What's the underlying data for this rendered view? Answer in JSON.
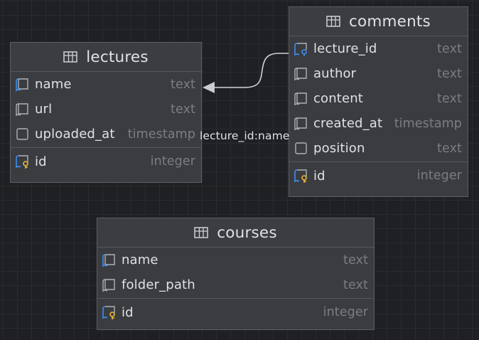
{
  "diagram": {
    "tables": {
      "lectures": {
        "title": "lectures",
        "icon": "table-icon",
        "columns": [
          {
            "name": "name",
            "type": "text",
            "icon": "foreign-key-column-icon"
          },
          {
            "name": "url",
            "type": "text",
            "icon": "column-icon"
          },
          {
            "name": "uploaded_at",
            "type": "timestamp",
            "icon": "plain-column-icon"
          }
        ],
        "primary_key": {
          "name": "id",
          "type": "integer",
          "icon": "primary-key-icon"
        }
      },
      "comments": {
        "title": "comments",
        "icon": "table-icon",
        "columns": [
          {
            "name": "lecture_id",
            "type": "text",
            "icon": "foreign-key-column-icon"
          },
          {
            "name": "author",
            "type": "text",
            "icon": "column-icon"
          },
          {
            "name": "content",
            "type": "text",
            "icon": "column-icon"
          },
          {
            "name": "created_at",
            "type": "timestamp",
            "icon": "column-icon"
          },
          {
            "name": "position",
            "type": "text",
            "icon": "plain-column-icon"
          }
        ],
        "primary_key": {
          "name": "id",
          "type": "integer",
          "icon": "primary-key-icon"
        }
      },
      "courses": {
        "title": "courses",
        "icon": "table-icon",
        "columns": [
          {
            "name": "name",
            "type": "text",
            "icon": "foreign-key-column-icon"
          },
          {
            "name": "folder_path",
            "type": "text",
            "icon": "column-icon"
          }
        ],
        "primary_key": {
          "name": "id",
          "type": "integer",
          "icon": "primary-key-icon"
        }
      }
    },
    "relations": [
      {
        "from": "comments.lecture_id",
        "to": "lectures.name",
        "label": "lecture_id:name"
      }
    ]
  },
  "colors": {
    "background": "#1f2023",
    "grid": "#2a2b2f",
    "table_fill": "#3a3c40",
    "table_border": "#5b5e63",
    "text": "#dfe1e5",
    "type_text": "#7a7d82",
    "icon_stroke": "#aeb1b6",
    "fk_accent": "#3d8ef0",
    "pk_key": "#e8b63e",
    "edge": "#cfd1d5"
  }
}
